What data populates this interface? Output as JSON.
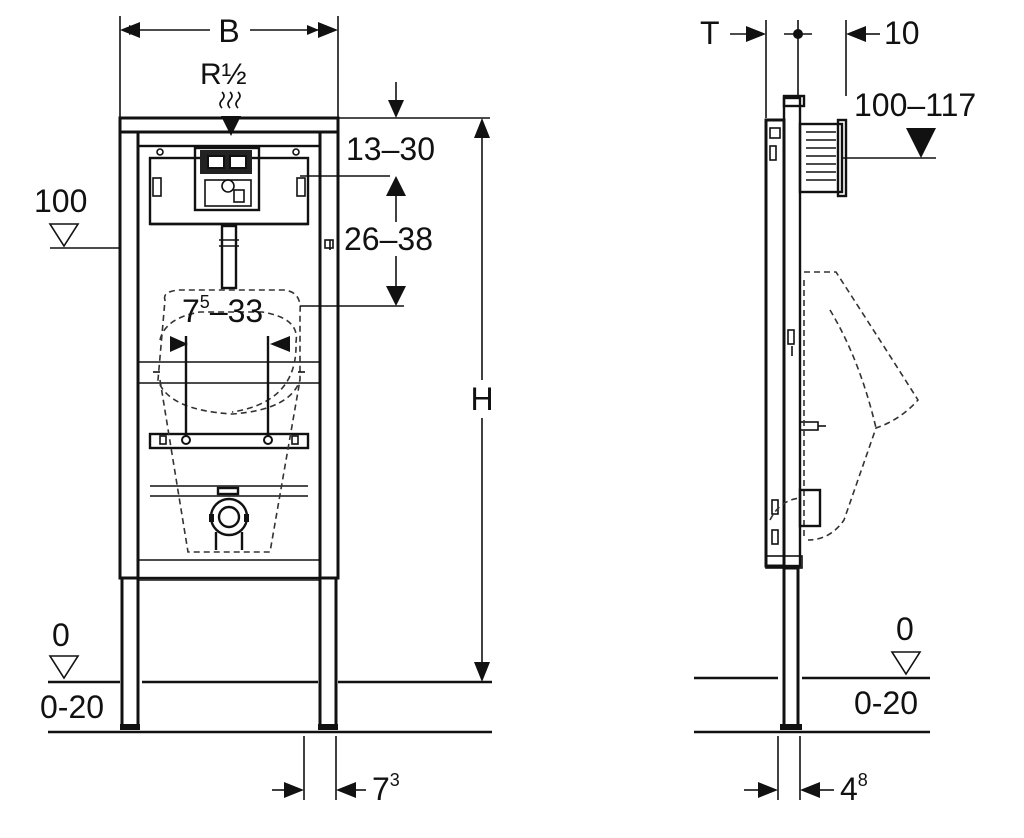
{
  "front_view": {
    "width_label": "B",
    "connection_main": "R",
    "connection_fraction": "½",
    "height_label": "H",
    "top_offset": "13–30",
    "inlet_range": "26–38",
    "bracket_main": "7",
    "bracket_sup": "5",
    "bracket_tail": "–33",
    "reference_level": "100",
    "floor_level": "0",
    "floor_range": "0-20",
    "foot_main": "7",
    "foot_sup": "3"
  },
  "side_view": {
    "depth_label": "T",
    "offset_10": "10",
    "projection_range": "100–117",
    "floor_level": "0",
    "floor_range": "0-20",
    "leg_main": "4",
    "leg_sup": "8"
  }
}
